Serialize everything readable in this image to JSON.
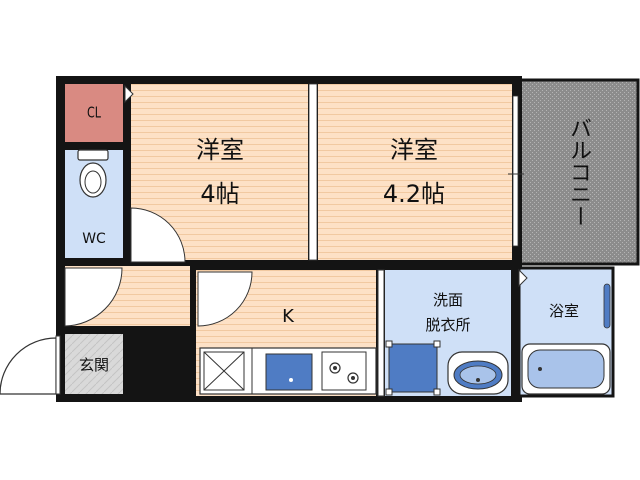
{
  "rooms": {
    "cl": "CL",
    "western1_name": "洋室",
    "western1_size": "4帖",
    "western2_name": "洋室",
    "western2_size": "4.2帖",
    "balcony": "バルコニー",
    "wc": "WC",
    "kitchen": "K",
    "washroom_line1": "洗面",
    "washroom_line2": "脱衣所",
    "bathroom": "浴室",
    "entrance": "玄関"
  },
  "colors": {
    "wall": "#141414",
    "wood_floor": "#fde1c6",
    "wood_line": "#f1c9a1",
    "wet_area": "#cfe0f7",
    "closet": "#d98a82",
    "balcony": "#8c8c8c",
    "entrance_floor": "#d9d9d9",
    "appliance_blue": "#4f7cc4"
  }
}
